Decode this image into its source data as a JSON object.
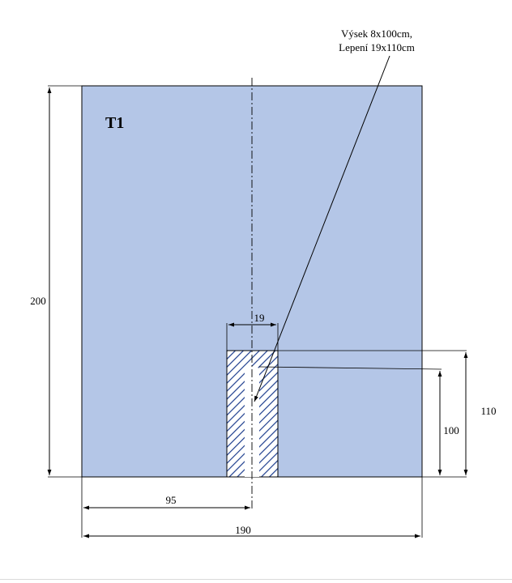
{
  "drawing": {
    "panel_id": "T1",
    "callout": {
      "line1": "Výsek 8x100cm,",
      "line2": "Lepení 19x110cm"
    },
    "panel_width": "190",
    "panel_height": "200",
    "cut_offset": "95",
    "patch_width": "19",
    "patch_height": "110",
    "cut_height": "100"
  },
  "colors": {
    "panel_fill": "#b4c6e7",
    "patch_hatch": "#1f3f8f",
    "line": "#000000"
  }
}
